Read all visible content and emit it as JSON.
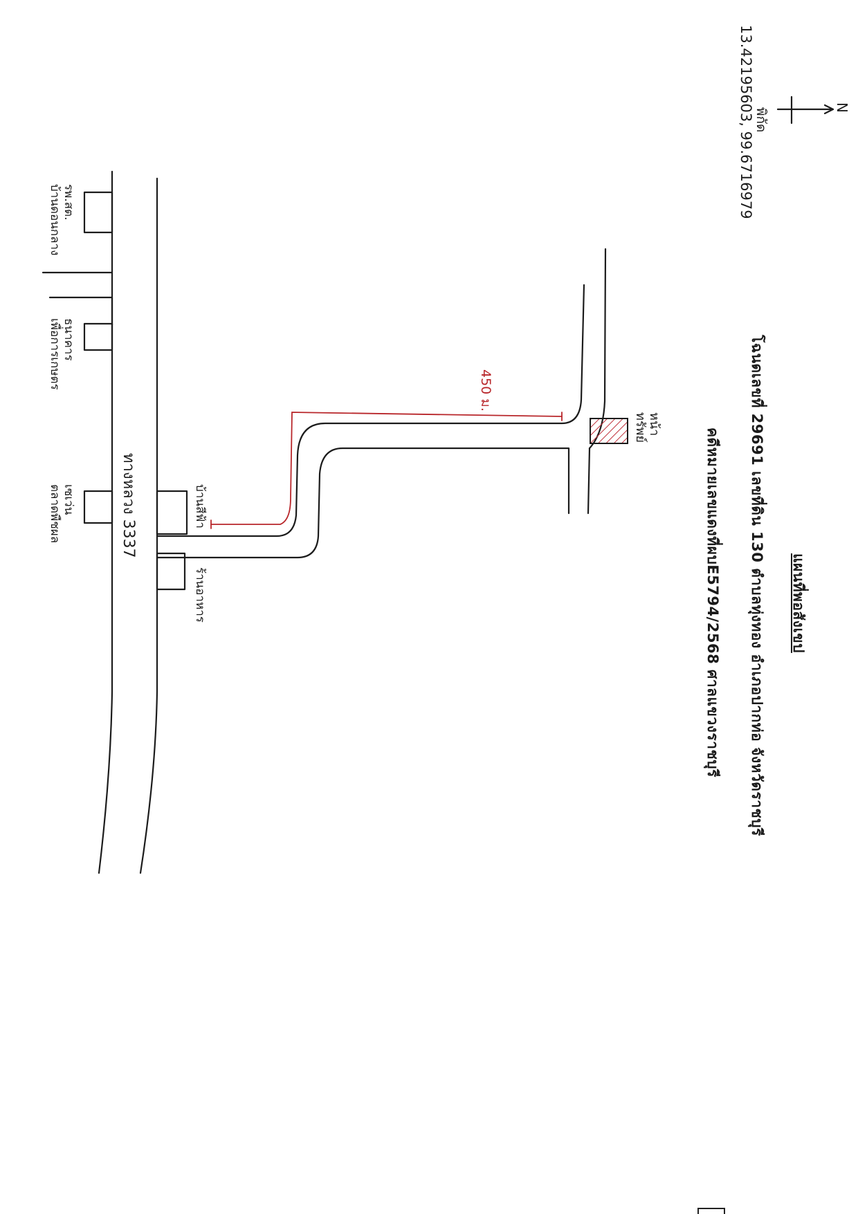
{
  "document": {
    "title": "แผนที่พอสังเขป",
    "line1": "โฉนดเลขที่  29691  เลขที่ดิน 130  ตำบลทุ่งทอง อำเภอปากท่อ  จังหวัดราชบุรี",
    "line2": "คดีหมายเลขแดงที่ผบE5794/2568  ศาลแขวงราชบุรี",
    "coordinates": "13.42195603, 99.6716979",
    "pin_label": "พิกัด",
    "north_label": "N"
  },
  "map": {
    "highway_label": "ทางหลวง 3337",
    "distance_label": "450 ม.",
    "target_label": "หน้าทรัพย์",
    "landmarks": [
      {
        "id": "school",
        "line1": "รพ.สต.",
        "line2": "บ้านดอนกลาง"
      },
      {
        "id": "bank",
        "line1": "ธนาคาร",
        "line2": "เพื่อการเกษตร"
      },
      {
        "id": "seven",
        "line1": "เซเว่น",
        "line2": "ตลาดพืชผล"
      },
      {
        "id": "house",
        "line1": "บ้านสีฟ้า",
        "line2": ""
      },
      {
        "id": "shop",
        "line1": "ร้านอาหาร",
        "line2": ""
      }
    ]
  },
  "colors": {
    "ink": "#1c1c1c",
    "route": "#b8262a",
    "parcel": "#c0303a"
  },
  "icons": {
    "north": "north-arrow-icon"
  }
}
